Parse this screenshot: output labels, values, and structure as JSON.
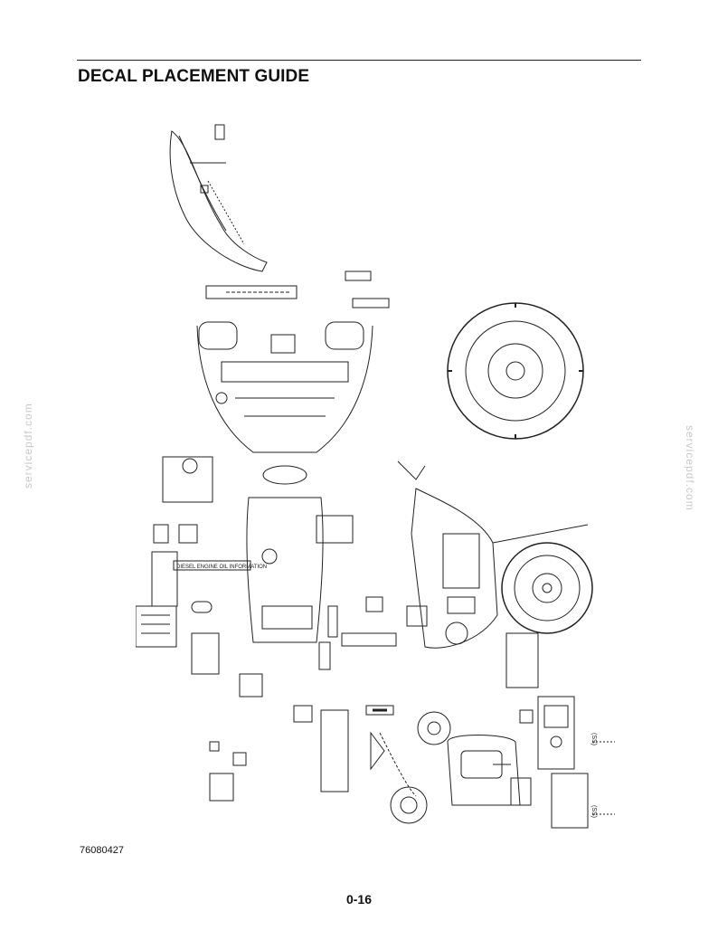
{
  "page": {
    "title": "DECAL PLACEMENT GUIDE",
    "watermark": "servicepdf.com",
    "figure_number": "76080427",
    "page_number": "0-16"
  },
  "drawing": {
    "label_engine": "DIESEL ENGINE OIL INFORMATION",
    "label_ex": "(SS)",
    "label_ex2": "(SS)"
  }
}
